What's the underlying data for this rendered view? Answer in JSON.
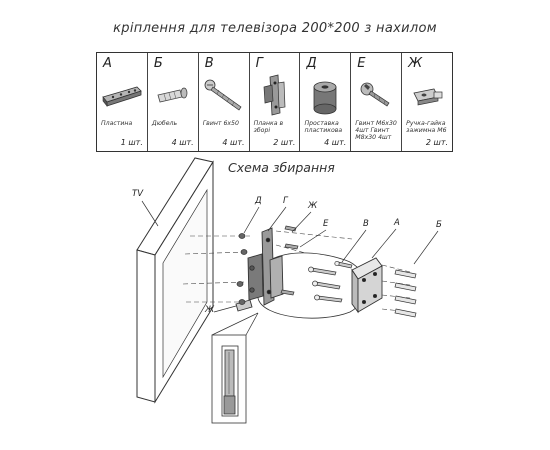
{
  "title": "кріплення для телевізора 200*200 з нахилом",
  "parts": [
    {
      "letter": "А",
      "name": "Пластина",
      "qty": "1 шт.",
      "icon": "plate-icon"
    },
    {
      "letter": "Б",
      "name": "Дюбель",
      "qty": "4 шт.",
      "icon": "dowel-icon"
    },
    {
      "letter": "В",
      "name": "Гвинт 6х50",
      "qty": "4 шт.",
      "icon": "screw-icon"
    },
    {
      "letter": "Г",
      "name": "Планка в зборі",
      "qty": "2 шт.",
      "icon": "bracket-icon"
    },
    {
      "letter": "Д",
      "name": "Проставка пластикова",
      "qty": "4 шт.",
      "icon": "spacer-icon"
    },
    {
      "letter": "Е",
      "name": "Гвинт М6х30 4шт Гвинт М8х30 4шт",
      "qty": "",
      "icon": "bolt-icon"
    },
    {
      "letter": "Ж",
      "name": "Ручка-гайка зажимна М6",
      "qty": "2 шт.",
      "icon": "knob-icon"
    }
  ],
  "scheme": {
    "title": "Схема збирання",
    "labels": {
      "tv": "TV",
      "d": "Д",
      "g": "Г",
      "zh_top": "Ж",
      "e": "Е",
      "v": "В",
      "a": "А",
      "b": "Б",
      "zh_bottom": "Ж"
    }
  }
}
